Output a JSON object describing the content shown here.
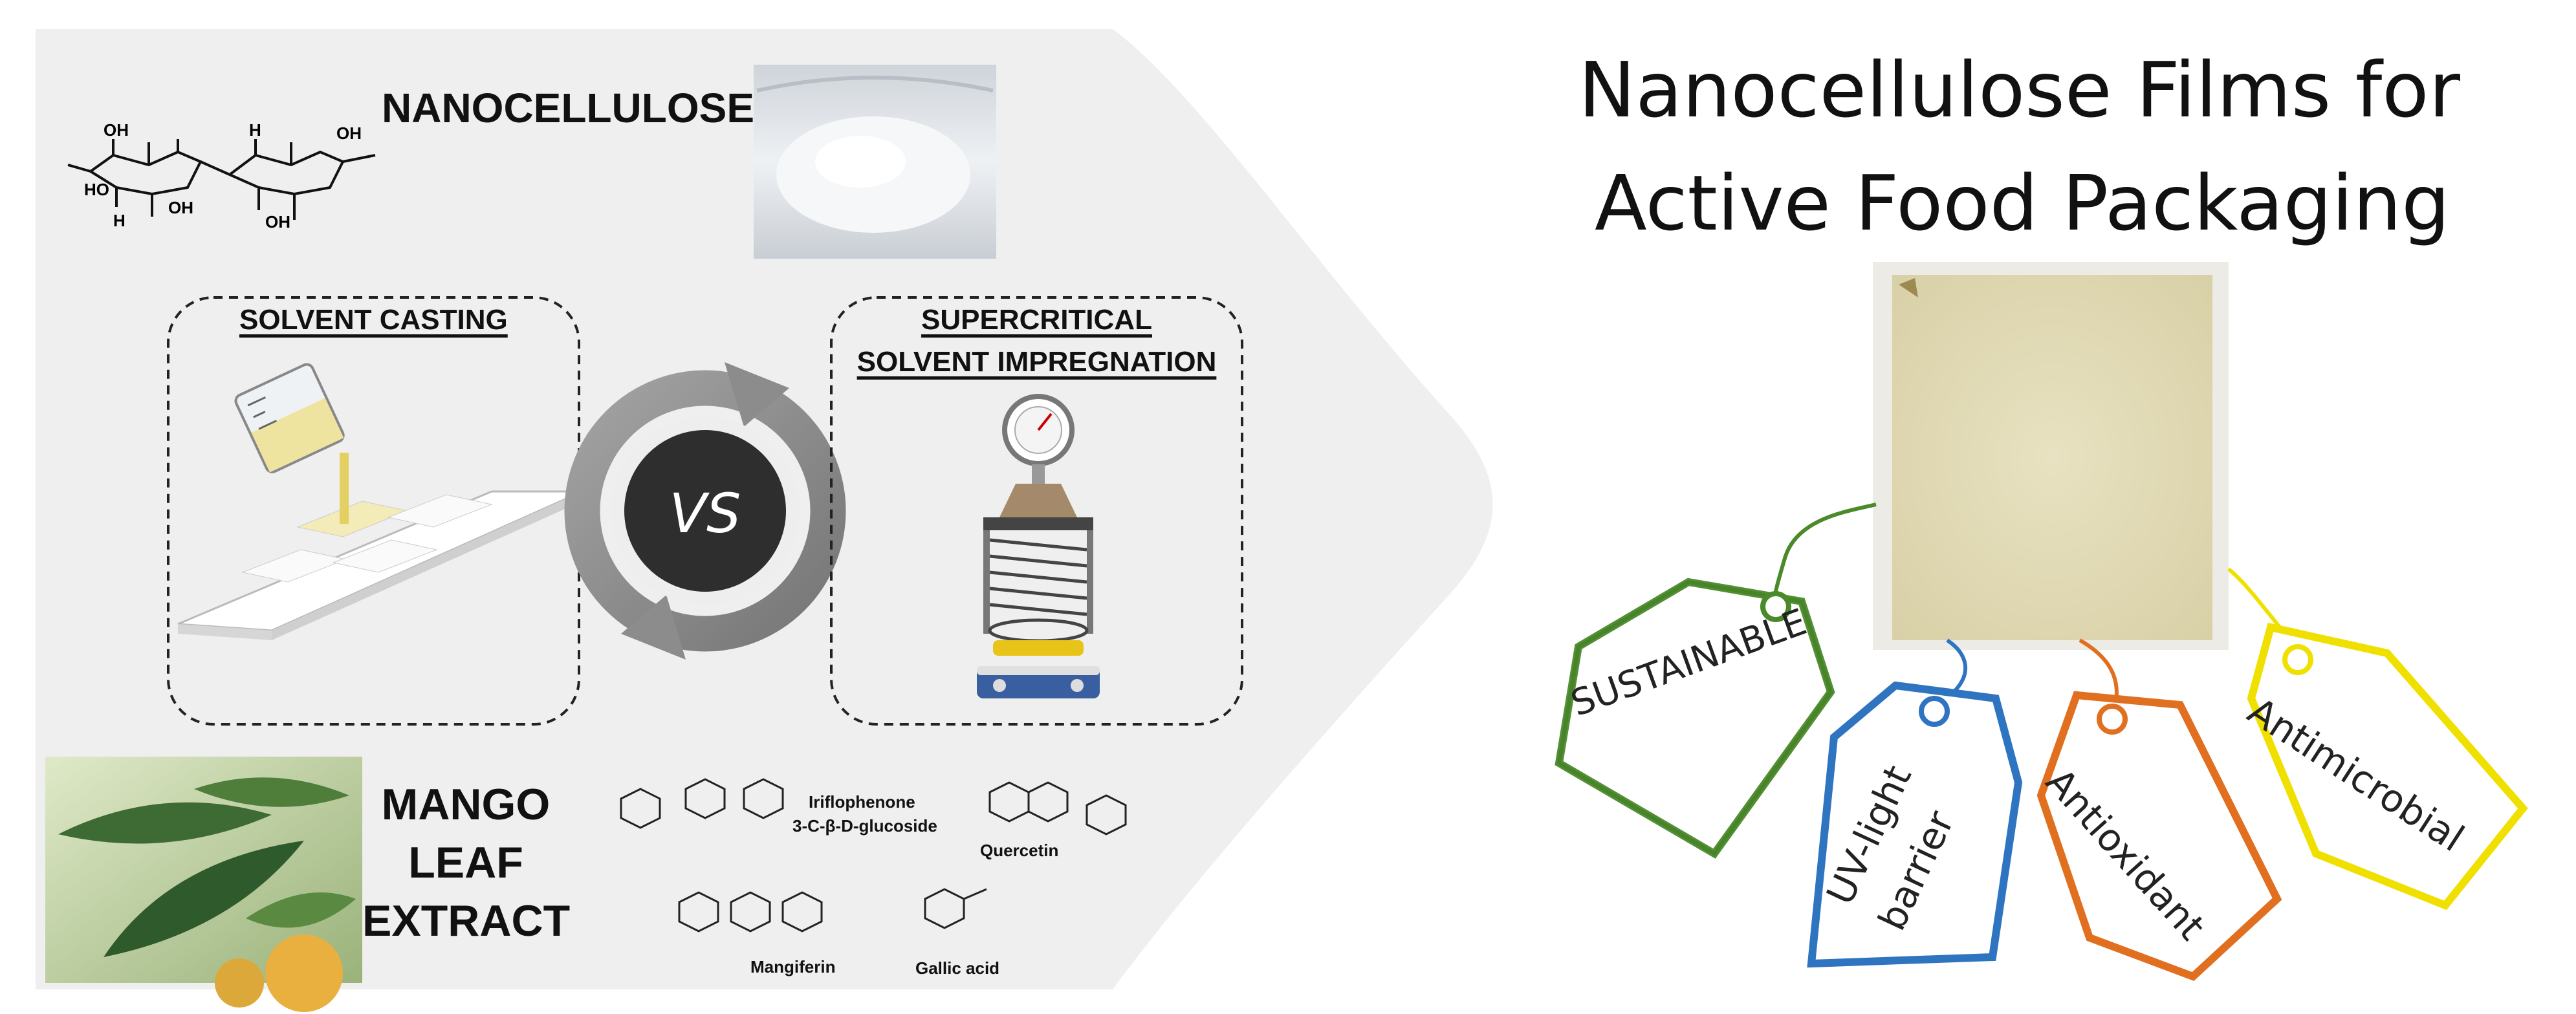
{
  "title": {
    "line1": "Nanocellulose Films for",
    "line2": "Active Food Packaging"
  },
  "left_panel": {
    "nanocellulose_label": "NANOCELLULOSE",
    "solvent_casting": "SOLVENT CASTING",
    "supercritical_line1": "SUPERCRITICAL",
    "supercritical_line2": "SOLVENT IMPREGNATION",
    "vs_label": "VS",
    "mango_line1": "MANGO",
    "mango_line2": "LEAF",
    "mango_line3": "EXTRACT"
  },
  "structure_labels": {
    "oh": "OH",
    "ho": "HO",
    "h": "H"
  },
  "compounds": {
    "iriflophenone_line1": "Iriflophenone",
    "iriflophenone_line2": "3-C-β-D-glucoside",
    "quercetin": "Quercetin",
    "mangiferin": "Mangiferin",
    "gallic_acid": "Gallic acid"
  },
  "tags": {
    "sustainable": "SUSTAINABLE",
    "uv_line1": "UV-light",
    "uv_line2": "barrier",
    "antioxidant": "Antioxidant",
    "antimicrobial": "Antimicrobial"
  },
  "colors": {
    "panel_bg": "#efefef",
    "vs_ring": "#8a8a8a",
    "vs_center": "#2e2e2e",
    "film": "#e2dcb8",
    "tag_green": "#4a8a2a",
    "tag_blue": "#2f74c0",
    "tag_orange": "#e07020",
    "tag_yellow": "#f0e000"
  }
}
